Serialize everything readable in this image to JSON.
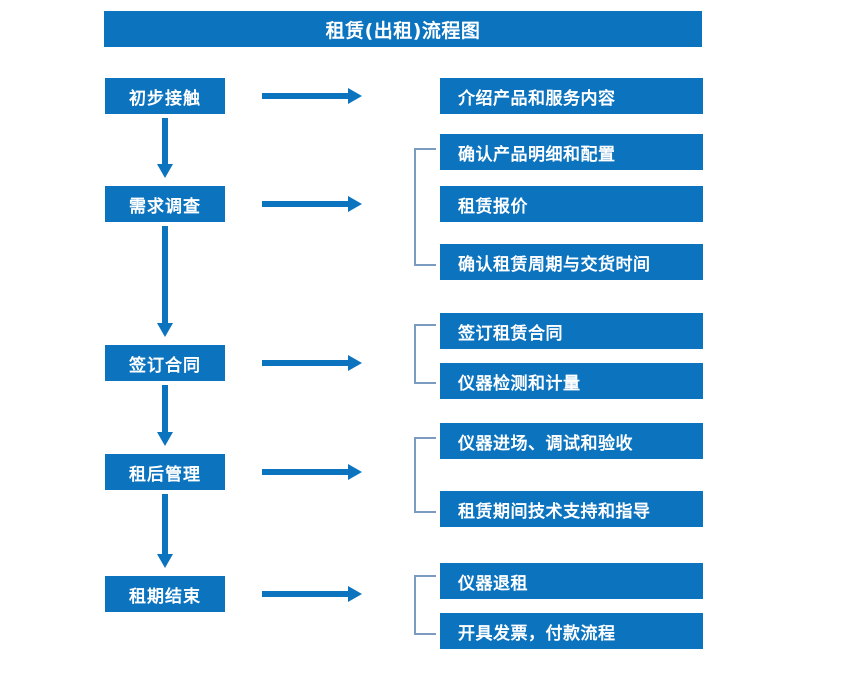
{
  "diagram": {
    "title": "租赁(出租)流程图",
    "accent_color": "#0c73bf",
    "bracket_color": "#7b9cc0",
    "text_color": "#ffffff",
    "background_color": "#ffffff"
  },
  "stages": [
    {
      "label": "初步接触"
    },
    {
      "label": "需求调查"
    },
    {
      "label": "签订合同"
    },
    {
      "label": "租后管理"
    },
    {
      "label": "租期结束"
    }
  ],
  "details": [
    {
      "label": "介绍产品和服务内容"
    },
    {
      "label": "确认产品明细和配置"
    },
    {
      "label": "租赁报价"
    },
    {
      "label": "确认租赁周期与交货时间"
    },
    {
      "label": "签订租赁合同"
    },
    {
      "label": "仪器检测和计量"
    },
    {
      "label": "仪器进场、调试和验收"
    },
    {
      "label": "租赁期间技术支持和指导"
    },
    {
      "label": "仪器退租"
    },
    {
      "label": "开具发票，付款流程"
    }
  ],
  "icons": {
    "right_arrow": "right-arrow-icon",
    "down_arrow": "down-arrow-icon",
    "bracket": "group-bracket-icon"
  }
}
